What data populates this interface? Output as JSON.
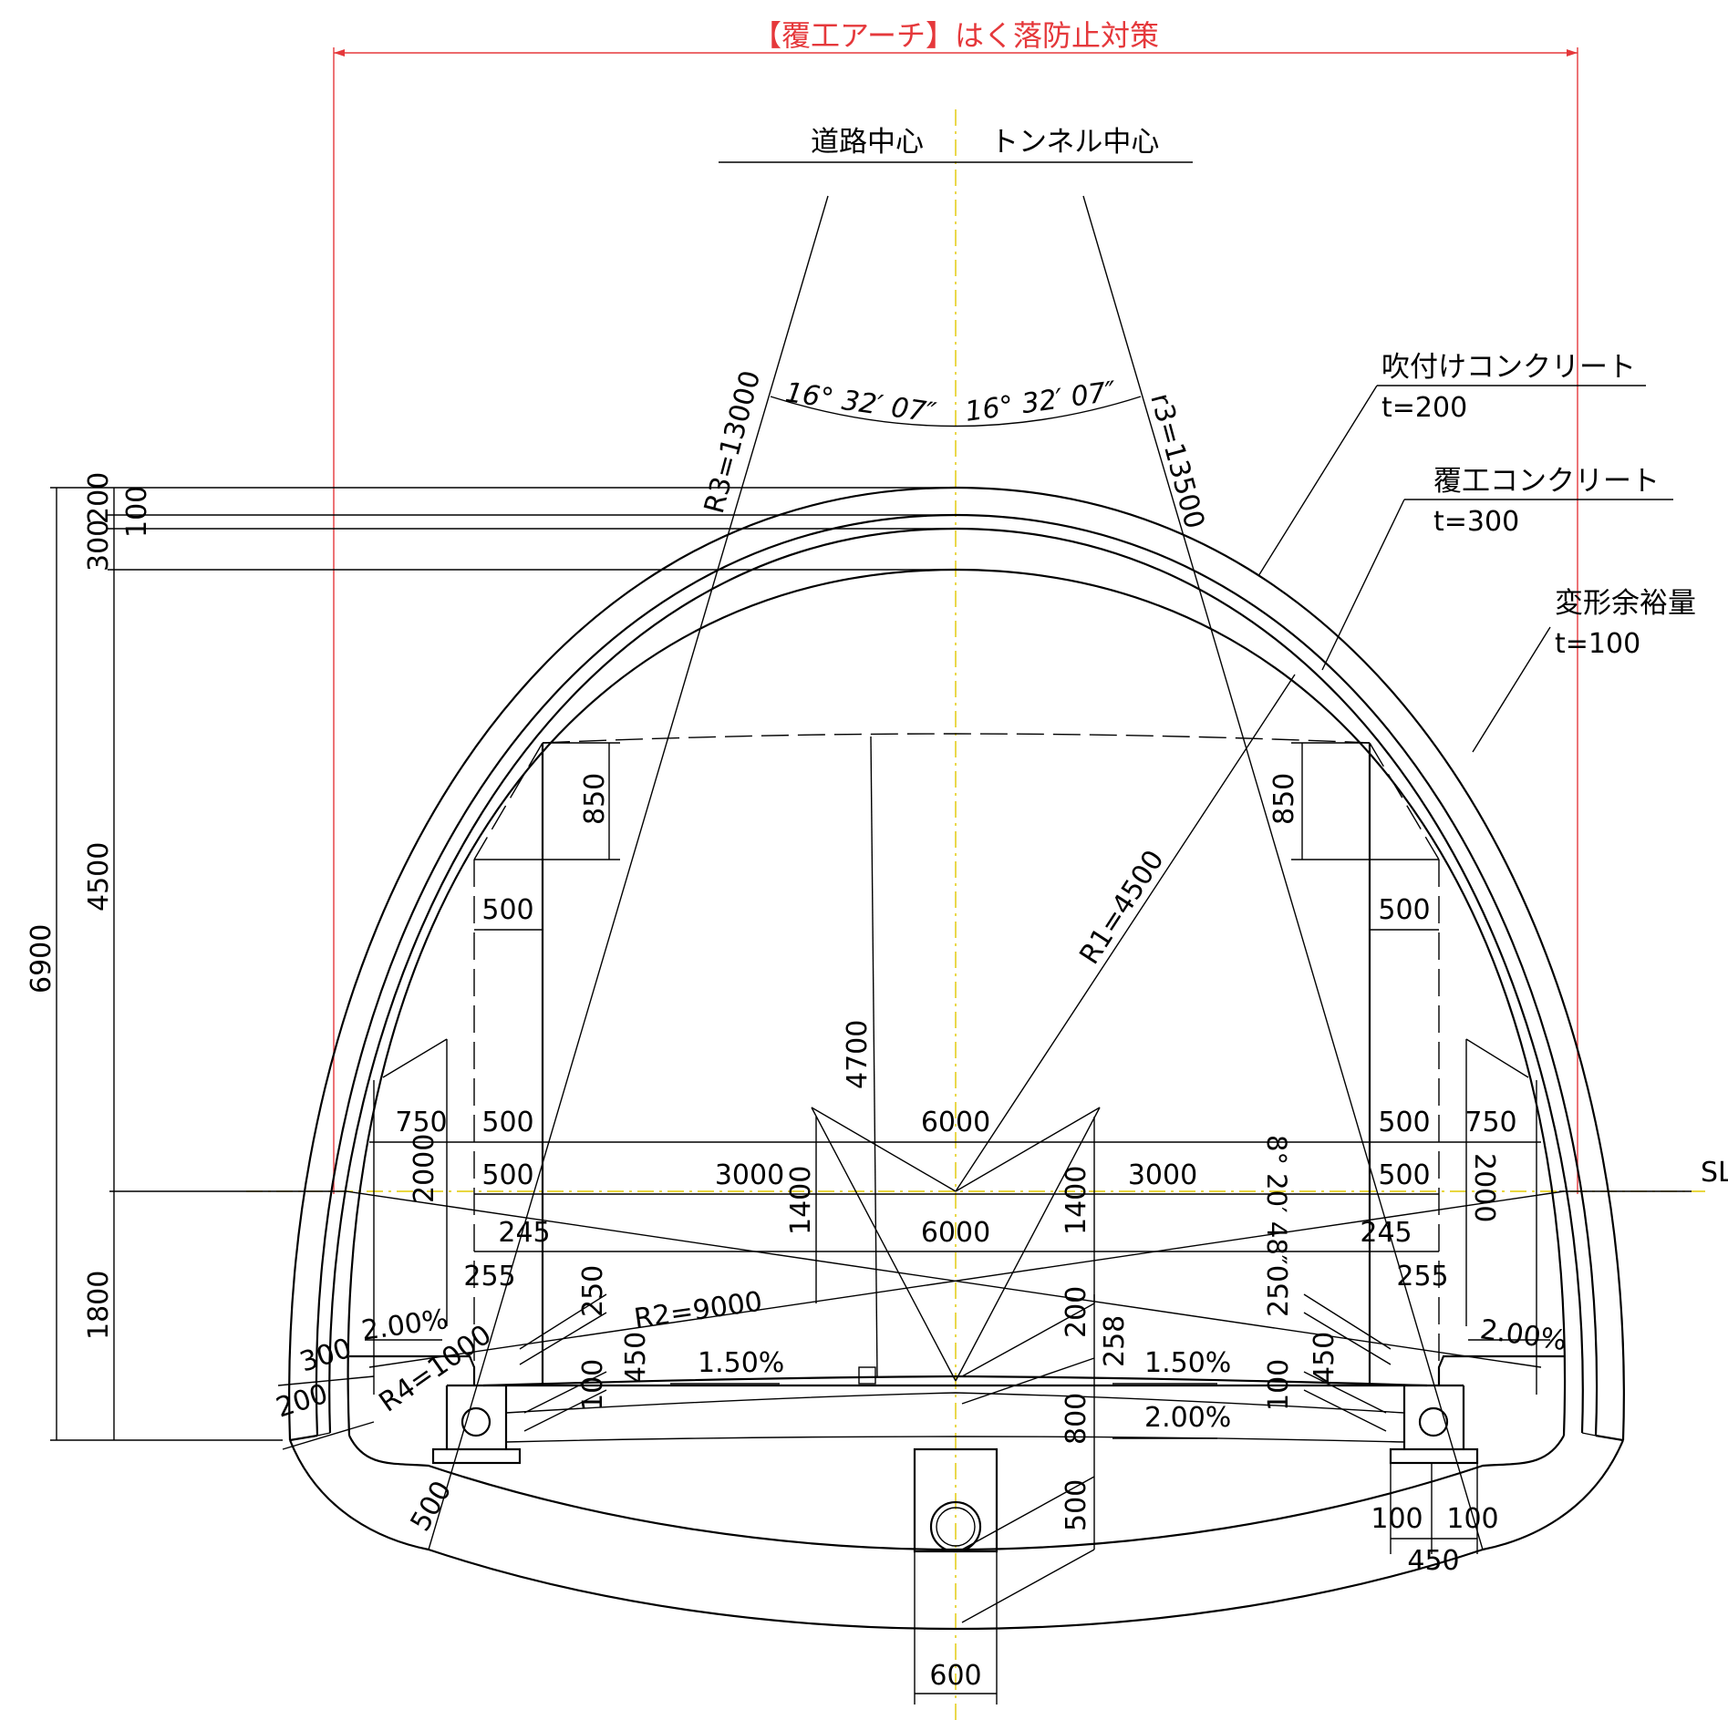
{
  "title": "【覆工アーチ】はく落防止対策",
  "colors": {
    "title": "#e5383b",
    "centerline": "#e0c800",
    "lines": "#000000"
  },
  "centers": {
    "road": "道路中心",
    "tunnel": "トンネル中心"
  },
  "springline": "SL",
  "angles": {
    "left": "16° 32′ 07″",
    "right": "16° 32′ 07″",
    "side": "8° 20′ 48″"
  },
  "radii": {
    "R3": "R3=13000",
    "r3": "r3=13500",
    "R1": "R1=4500",
    "R2": "R2=9000",
    "R4": "R4=1000"
  },
  "layers": {
    "shotcrete": {
      "name": "吹付けコンクリート",
      "t": "t=200"
    },
    "lining": {
      "name": "覆工コンクリート",
      "t": "t=300"
    },
    "allowance": {
      "name": "変形余裕量",
      "t": "t=100"
    }
  },
  "dims": {
    "d6900": "6900",
    "d4500": "4500",
    "d1800": "1800",
    "d200": "200",
    "d100": "100",
    "d300": "300",
    "d850L": "850",
    "d850R": "850",
    "d500L": "500",
    "d500R": "500",
    "d4700": "4700",
    "d750L": "750",
    "d750R": "750",
    "d500L2": "500",
    "d500R2": "500",
    "d6000a": "6000",
    "d500L3": "500",
    "d500R3": "500",
    "d3000L": "3000",
    "d3000R": "3000",
    "d2000L": "2000",
    "d2000R": "2000",
    "d1400L": "1400",
    "d1400R": "1400",
    "d245L": "245",
    "d245R": "245",
    "d6000b": "6000",
    "d255L": "255",
    "d255R": "255",
    "d250L": "250",
    "d250R": "250",
    "d450L": "450",
    "d450R": "450",
    "d100L": "100",
    "d100R": "100",
    "d200c": "200",
    "d258": "258",
    "d800": "800",
    "d500c": "500",
    "d300L": "300",
    "d200L": "200",
    "d500B": "500",
    "d100a": "100",
    "d100b": "100",
    "d450B": "450",
    "d600": "600",
    "slope200L": "2.00%",
    "slope200R": "2.00%",
    "slope150L": "1.50%",
    "slope150R": "1.50%",
    "slope200C": "2.00%"
  }
}
